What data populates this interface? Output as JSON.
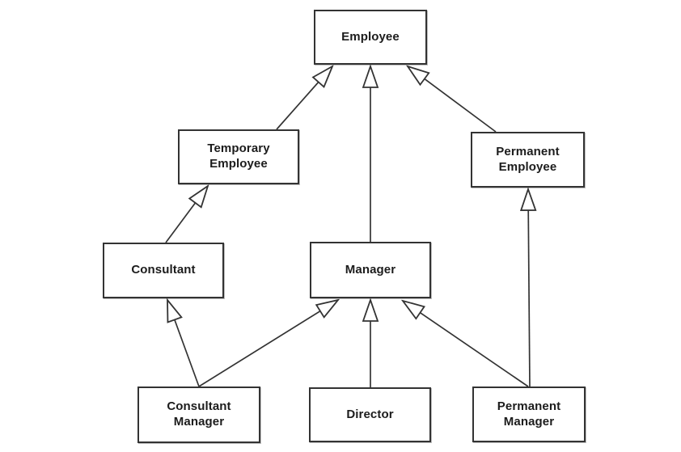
{
  "diagram": {
    "kind": "uml-class-inheritance-diagram",
    "arrow_style": "hollow-triangle-generalization",
    "colors": {
      "background": "#ffffff",
      "box_fill": "#ffffff",
      "box_border": "#333333",
      "line": "#333333",
      "text": "#1c1c1c"
    },
    "nodes": [
      {
        "id": "employee",
        "label": "Employee"
      },
      {
        "id": "temporary-employee",
        "label": "Temporary Employee"
      },
      {
        "id": "permanent-employee",
        "label": "Permanent Employee"
      },
      {
        "id": "consultant",
        "label": "Consultant"
      },
      {
        "id": "manager",
        "label": "Manager"
      },
      {
        "id": "consultant-manager",
        "label": "Consultant Manager"
      },
      {
        "id": "director",
        "label": "Director"
      },
      {
        "id": "permanent-manager",
        "label": "Permanent Manager"
      }
    ],
    "edges": [
      {
        "from": "Temporary Employee",
        "to": "Employee",
        "type": "generalization"
      },
      {
        "from": "Manager",
        "to": "Employee",
        "type": "generalization"
      },
      {
        "from": "Permanent Employee",
        "to": "Employee",
        "type": "generalization"
      },
      {
        "from": "Consultant",
        "to": "Temporary Employee",
        "type": "generalization"
      },
      {
        "from": "Consultant Manager",
        "to": "Consultant",
        "type": "generalization"
      },
      {
        "from": "Consultant Manager",
        "to": "Manager",
        "type": "generalization"
      },
      {
        "from": "Director",
        "to": "Manager",
        "type": "generalization"
      },
      {
        "from": "Permanent Manager",
        "to": "Manager",
        "type": "generalization"
      },
      {
        "from": "Permanent Manager",
        "to": "Permanent Employee",
        "type": "generalization"
      }
    ]
  }
}
